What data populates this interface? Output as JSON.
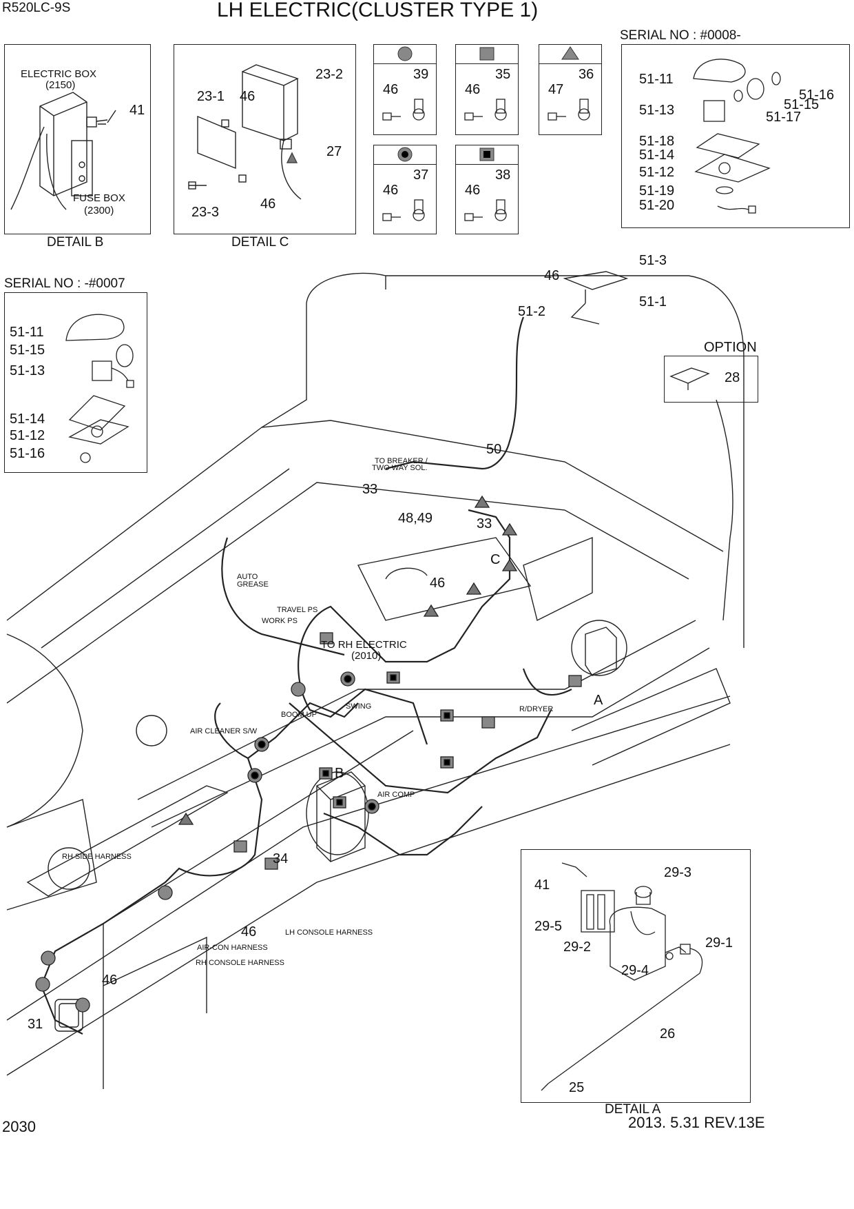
{
  "header": {
    "model": "R520LC-9S",
    "title": "LH ELECTRIC(CLUSTER TYPE 1)"
  },
  "footer": {
    "page": "2030",
    "date_rev": "2013. 5.31  REV.13E"
  },
  "detail_b": {
    "caption": "DETAIL  B",
    "electric_box": "ELECTRIC BOX",
    "electric_box_no": "(2150)",
    "fuse_box": "FUSE BOX",
    "fuse_box_no": "(2300)",
    "labels": [
      "41"
    ]
  },
  "detail_c": {
    "caption": "DETAIL C",
    "labels": [
      "23-2",
      "23-1",
      "46",
      "27",
      "23-3",
      "46"
    ]
  },
  "symbol_boxes": [
    {
      "symbol": "circle",
      "labels": [
        "46",
        "39"
      ]
    },
    {
      "symbol": "square",
      "labels": [
        "46",
        "35"
      ]
    },
    {
      "symbol": "triangle",
      "labels": [
        "47",
        "36"
      ]
    },
    {
      "symbol": "dot-circle",
      "labels": [
        "46",
        "37"
      ]
    },
    {
      "symbol": "dot-square",
      "labels": [
        "46",
        "38"
      ]
    }
  ],
  "serial_new": {
    "title": "SERIAL NO : #0008-",
    "labels": [
      "51-11",
      "51-16",
      "51-15",
      "51-13",
      "51-17",
      "51-18",
      "51-14",
      "51-12",
      "51-19",
      "51-20"
    ]
  },
  "serial_old": {
    "title": "SERIAL NO : -#0007",
    "labels": [
      "51-11",
      "51-15",
      "51-13",
      "51-14",
      "51-12",
      "51-16"
    ]
  },
  "option": {
    "title": "OPTION",
    "labels": [
      "28"
    ]
  },
  "detail_a": {
    "caption": "DETAIL  A",
    "labels": [
      "41",
      "29-3",
      "29-5",
      "29-2",
      "29-1",
      "29-4",
      "26",
      "25"
    ]
  },
  "main_labels": {
    "n46_top": "46",
    "n51_3": "51-3",
    "n51_2": "51-2",
    "n51_1": "51-1",
    "n50": "50",
    "n33a": "33",
    "n48_49": "48,49",
    "n33b": "33",
    "n46_mid": "46",
    "letter_c": "C",
    "letter_a": "A",
    "letter_b": "B",
    "n34": "34",
    "n46_low": "46",
    "n46_left": "46",
    "n31": "31"
  },
  "harness_labels": {
    "to_breaker_1": "TO BREAKER /",
    "to_breaker_2": "TWO WAY SOL.",
    "auto_grease_1": "AUTO",
    "auto_grease_2": "GREASE",
    "travel_ps": "TRAVEL PS",
    "work_ps": "WORK PS",
    "to_rh_electric": "TO RH ELECTRIC",
    "to_rh_no": "(2010)",
    "boom_up": "BOOM UP",
    "swing": "SWING",
    "r_dryer": "R/DRYER",
    "air_cleaner": "AIR CLEANER S/W",
    "air_comp": "AIR COMP",
    "rh_side": "RH SIDE HARNESS",
    "lh_console": "LH CONSOLE HARNESS",
    "air_con": "AIR-CON HARNESS",
    "rh_console": "RH CONSOLE HARNESS"
  }
}
